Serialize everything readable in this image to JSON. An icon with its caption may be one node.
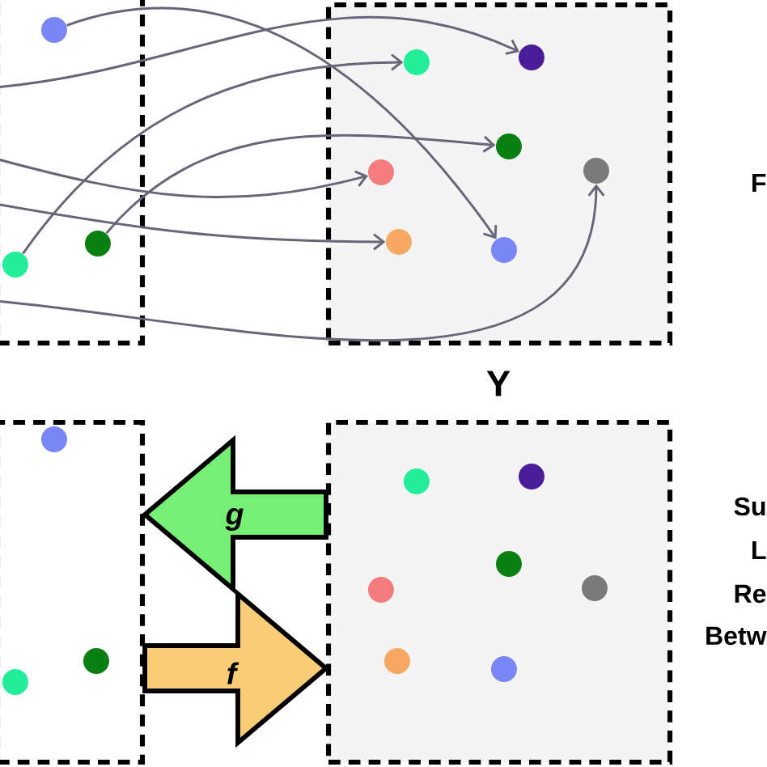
{
  "diagram": {
    "nodes": [
      {
        "text": [],
        "shape": "box"
      },
      {
        "text": [],
        "shape": "box"
      },
      {
        "text": [],
        "shape": "box"
      },
      {
        "text": [],
        "shape": "box"
      },
      {
        "text": [],
        "shape": "circle",
        "in": 0
      },
      {
        "text": [],
        "shape": "circle",
        "in": 0
      },
      {
        "text": [],
        "shape": "circle",
        "in": 0
      },
      {
        "text": [],
        "shape": "circle",
        "in": 1
      },
      {
        "text": [],
        "shape": "circle",
        "in": 1
      },
      {
        "text": [],
        "shape": "circle",
        "in": 1
      },
      {
        "text": [],
        "shape": "circle",
        "in": 1
      },
      {
        "text": [],
        "shape": "circle",
        "in": 1
      },
      {
        "text": [],
        "shape": "circle",
        "in": 1
      },
      {
        "text": [],
        "shape": "circle",
        "in": 1
      },
      {
        "text": [],
        "shape": "circle",
        "in": 2
      },
      {
        "text": [],
        "shape": "circle",
        "in": 2
      },
      {
        "text": [],
        "shape": "circle",
        "in": 2
      },
      {
        "text": [],
        "shape": "circle",
        "in": 3
      },
      {
        "text": [],
        "shape": "circle",
        "in": 3
      },
      {
        "text": [],
        "shape": "circle",
        "in": 3
      },
      {
        "text": [],
        "shape": "circle",
        "in": 3
      },
      {
        "text": [],
        "shape": "circle",
        "in": 3
      },
      {
        "text": [],
        "shape": "circle",
        "in": 3
      },
      {
        "text": [],
        "shape": "circle",
        "in": 3
      }
    ],
    "edges": [
      {
        "from": 4,
        "to": 13,
        "arrow": "to"
      },
      {
        "from": 0,
        "to": 8,
        "arrow": "to"
      },
      {
        "from": 5,
        "to": 7,
        "arrow": "to"
      },
      {
        "from": 6,
        "to": 9,
        "arrow": "to"
      },
      {
        "from": 0,
        "to": 10,
        "arrow": "to"
      },
      {
        "from": 0,
        "to": 12,
        "arrow": "to"
      },
      {
        "from": 0,
        "to": 11,
        "arrow": "to"
      },
      {
        "from": 3,
        "to": 2,
        "arrow": "to",
        "label": "g",
        "style": "thick",
        "color": "#77ef77"
      },
      {
        "from": 2,
        "to": 3,
        "arrow": "to",
        "label": "f",
        "style": "thick",
        "color": "#f9cd78"
      }
    ],
    "labels": [
      "F",
      "Y",
      "Su",
      "L",
      "Re",
      "Betw"
    ]
  }
}
